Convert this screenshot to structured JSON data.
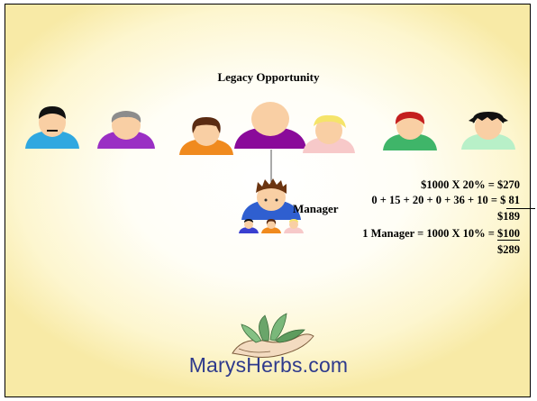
{
  "slide": {
    "title": "Legacy Opportunity",
    "manager_label": "Manager",
    "calculations": {
      "line1": "$1000 X 20% = $270",
      "line2": "0 + 15 + 20 + 0 + 36 + 10 = $ 81",
      "subtotal": "$189",
      "line3_prefix": "1 Manager = 1000 X 10% = ",
      "line3_value": "$100",
      "total": "$289"
    },
    "logo_text": "MarysHerbs.com"
  },
  "people": [
    {
      "icon": "person-icon",
      "shirt": "#2fa8e0",
      "hair": "black"
    },
    {
      "icon": "person-icon",
      "shirt": "#9a2fc4",
      "hair": "gray"
    },
    {
      "icon": "person-icon",
      "shirt": "#f08a1e",
      "hair": "brown"
    },
    {
      "icon": "person-icon",
      "shirt": "#8a0a9a",
      "hair": "none"
    },
    {
      "icon": "person-icon",
      "shirt": "#f7c9c9",
      "hair": "blonde"
    },
    {
      "icon": "person-icon",
      "shirt": "#3fb569",
      "hair": "red"
    },
    {
      "icon": "person-icon",
      "shirt": "#b8f0c8",
      "hair": "black"
    }
  ],
  "colors": {
    "skin": "#f9cfa4",
    "background_glow": "#f8eaa6",
    "logo_text": "#2e3a8c",
    "manager_shirt": "#2f5fd0"
  }
}
